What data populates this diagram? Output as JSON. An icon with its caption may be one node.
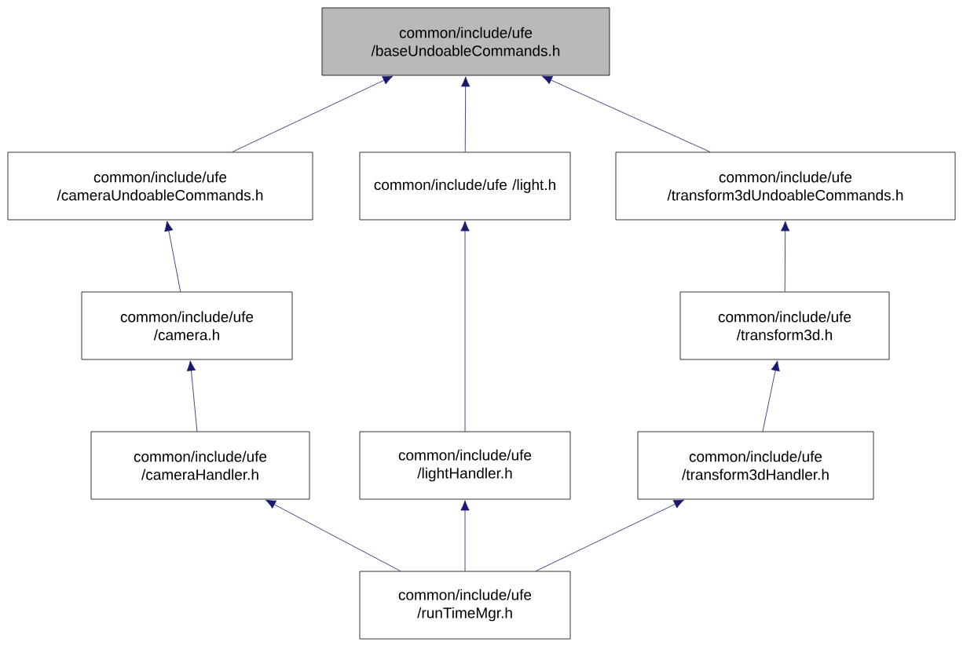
{
  "diagram": {
    "nodes": [
      {
        "text": [
          "common/include/ufe /baseUndoableCommands.h"
        ]
      },
      {
        "text": [
          "common/include/ufe /cameraUndoableCommands.h"
        ]
      },
      {
        "text": [
          "common/include/ufe /light.h"
        ]
      },
      {
        "text": [
          "common/include/ufe /transform3dUndoableCommands.h"
        ]
      },
      {
        "text": [
          "common/include/ufe /camera.h"
        ]
      },
      {
        "text": [
          "common/include/ufe /transform3d.h"
        ]
      },
      {
        "text": [
          "common/include/ufe /cameraHandler.h"
        ]
      },
      {
        "text": [
          "common/include/ufe /lightHandler.h"
        ]
      },
      {
        "text": [
          "common/include/ufe /transform3dHandler.h"
        ]
      },
      {
        "text": [
          "common/include/ufe /runTimeMgr.h"
        ]
      }
    ],
    "edges": [
      {
        "from": 1,
        "to": 0,
        "arrow": "to"
      },
      {
        "from": 2,
        "to": 0,
        "arrow": "to"
      },
      {
        "from": 3,
        "to": 0,
        "arrow": "to"
      },
      {
        "from": 4,
        "to": 1,
        "arrow": "to"
      },
      {
        "from": 5,
        "to": 3,
        "arrow": "to"
      },
      {
        "from": 6,
        "to": 4,
        "arrow": "to"
      },
      {
        "from": 7,
        "to": 2,
        "arrow": "to"
      },
      {
        "from": 8,
        "to": 5,
        "arrow": "to"
      },
      {
        "from": 9,
        "to": 6,
        "arrow": "to"
      },
      {
        "from": 9,
        "to": 7,
        "arrow": "to"
      },
      {
        "from": 9,
        "to": 8,
        "arrow": "to"
      }
    ]
  }
}
